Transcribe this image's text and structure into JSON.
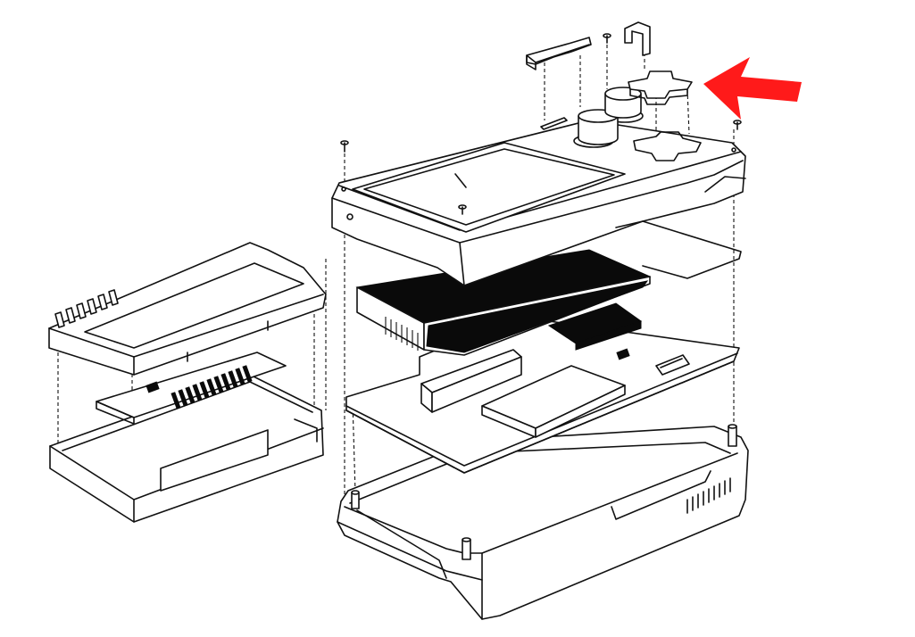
{
  "diagram": {
    "type": "exploded-assembly-drawing",
    "colors": {
      "line": "#111111",
      "background": "#ffffff",
      "arrow": "#ff1a1a",
      "component_fill": "#0a0a0a"
    },
    "parts": [
      "top-shell",
      "screen",
      "main-pcb",
      "bottom-shell",
      "cartridge-shell-top",
      "cartridge-pcb",
      "cartridge-shell-bottom",
      "dpad-button",
      "round-buttons",
      "shoulder-bracket",
      "hook-part",
      "screws"
    ],
    "highlight": "dpad-button"
  }
}
